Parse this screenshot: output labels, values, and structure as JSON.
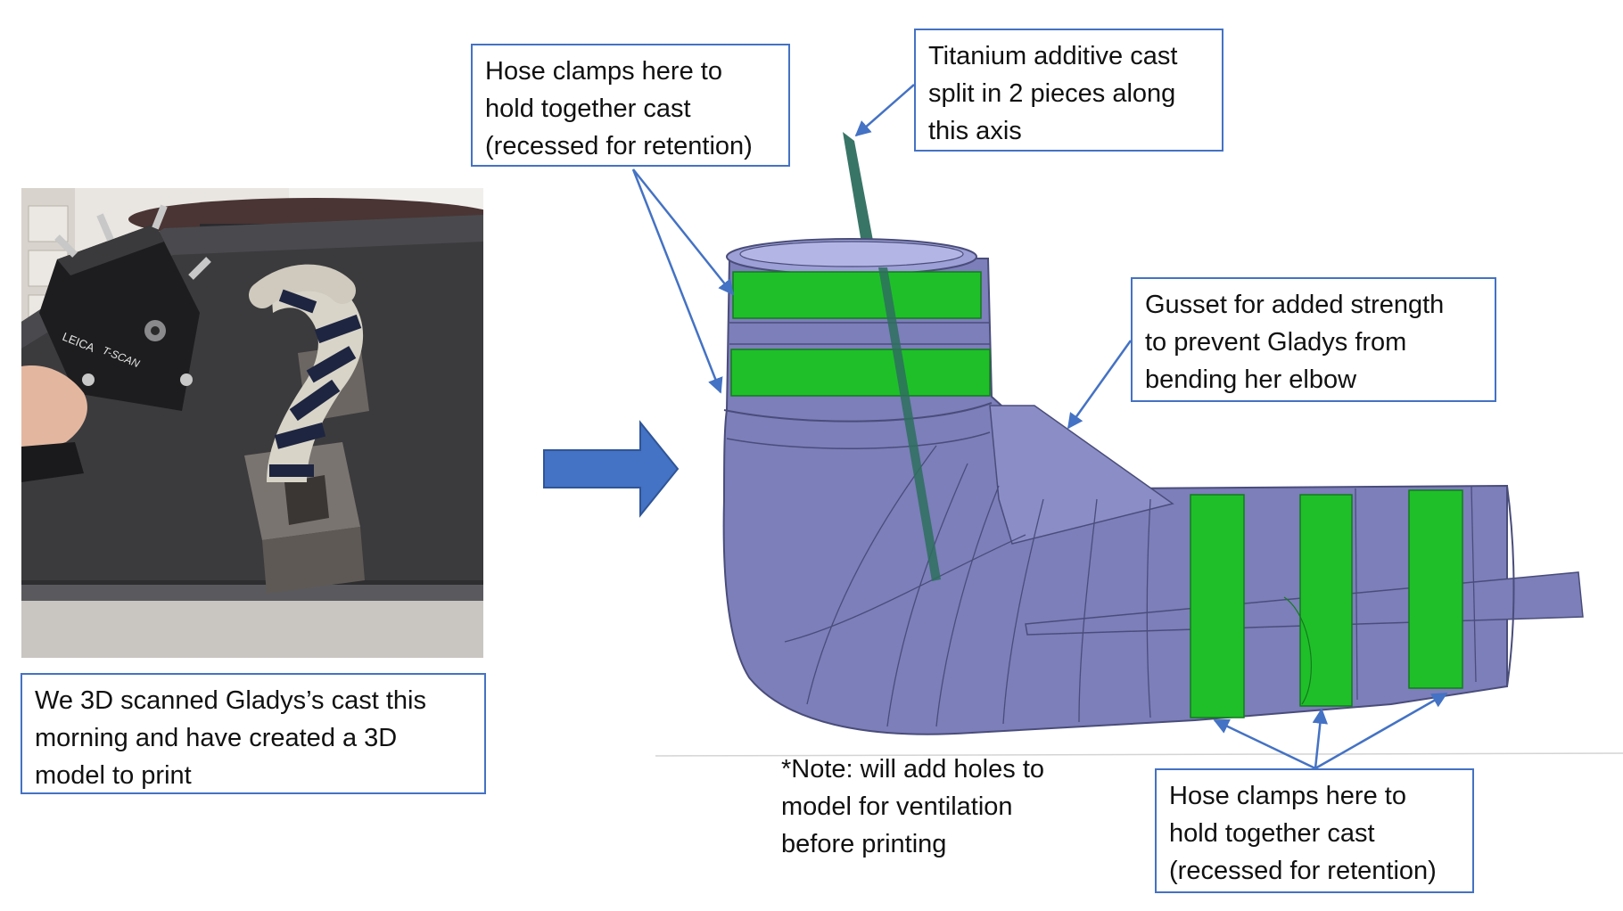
{
  "photo_caption": {
    "lines": [
      "We 3D scanned Gladys’s cast this",
      "morning and have created a 3D",
      "model to print"
    ]
  },
  "callouts": {
    "hose_clamps_top": [
      "Hose clamps here to",
      "hold together cast",
      "(recessed for retention)"
    ],
    "titanium_split": [
      "Titanium additive cast",
      "split in 2 pieces along",
      "this axis"
    ],
    "gusset": [
      "Gusset for added strength",
      "to prevent Gladys from",
      "bending her elbow"
    ],
    "hose_clamps_bottom": [
      "Hose clamps here to",
      "hold together cast",
      "(recessed for retention)"
    ]
  },
  "note": {
    "lines": [
      "*Note: will add holes to",
      "model for ventilation",
      "before printing"
    ]
  },
  "photo": {
    "scanner_brand": "LEICA",
    "scanner_model": "T-SCAN"
  },
  "colors": {
    "callout_border": "#4472c4",
    "arrow": "#4472c4",
    "cast_body": "#7c7fba",
    "clamp_band": "#1fbf2a",
    "split_plane": "#2e6e5e"
  }
}
